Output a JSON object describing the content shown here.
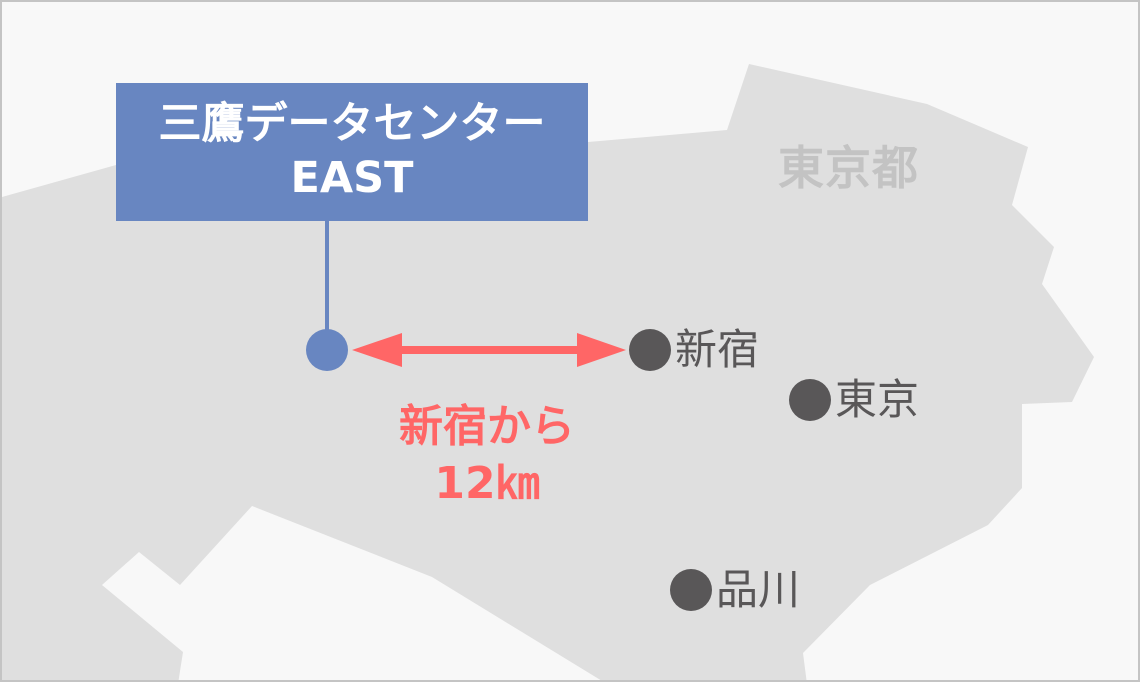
{
  "map": {
    "region_label": "東京都",
    "colors": {
      "water": "#f8f8f8",
      "land": "#dfdfdf",
      "border": "#c4c4c4",
      "region_label": "#c3c3c3",
      "datacenter": "#6886c1",
      "station": "#595758",
      "distance": "#ff6666"
    }
  },
  "datacenter": {
    "name_line1": "三鷹データセンター",
    "name_line2": "EAST",
    "marker_icon": "location-dot-icon"
  },
  "distance": {
    "line1": "新宿から",
    "line2": "12㎞",
    "arrow_icon": "double-arrow-icon"
  },
  "stations": [
    {
      "name": "新宿",
      "marker_icon": "station-dot-icon"
    },
    {
      "name": "東京",
      "marker_icon": "station-dot-icon"
    },
    {
      "name": "品川",
      "marker_icon": "station-dot-icon"
    }
  ]
}
